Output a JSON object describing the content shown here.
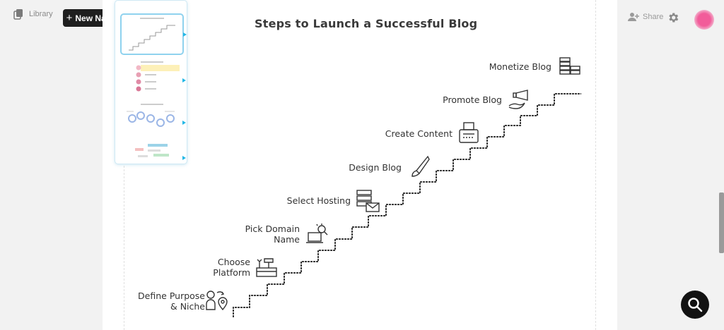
{
  "toolbar": {
    "library_label": "Library",
    "new_napkin_label": "New Napkin",
    "share_label": "Share"
  },
  "diagram": {
    "title": "Steps to Launch a Successful Blog",
    "steps": [
      {
        "label": "Define Purpose & Niche",
        "icon": "person-location-icon"
      },
      {
        "label": "Choose Platform",
        "icon": "toolbox-icon"
      },
      {
        "label": "Pick Domain Name",
        "icon": "laptop-search-icon"
      },
      {
        "label": "Select Hosting",
        "icon": "server-mail-icon"
      },
      {
        "label": "Design Blog",
        "icon": "paintbrush-icon"
      },
      {
        "label": "Create Content",
        "icon": "typewriter-icon"
      },
      {
        "label": "Promote Blog",
        "icon": "megaphone-hand-icon"
      },
      {
        "label": "Monetize Blog",
        "icon": "coin-stack-icon"
      }
    ]
  },
  "colors": {
    "accent": "#24b8e6",
    "avatar": "#f25c9a",
    "dark_button": "#1f1f1f"
  }
}
